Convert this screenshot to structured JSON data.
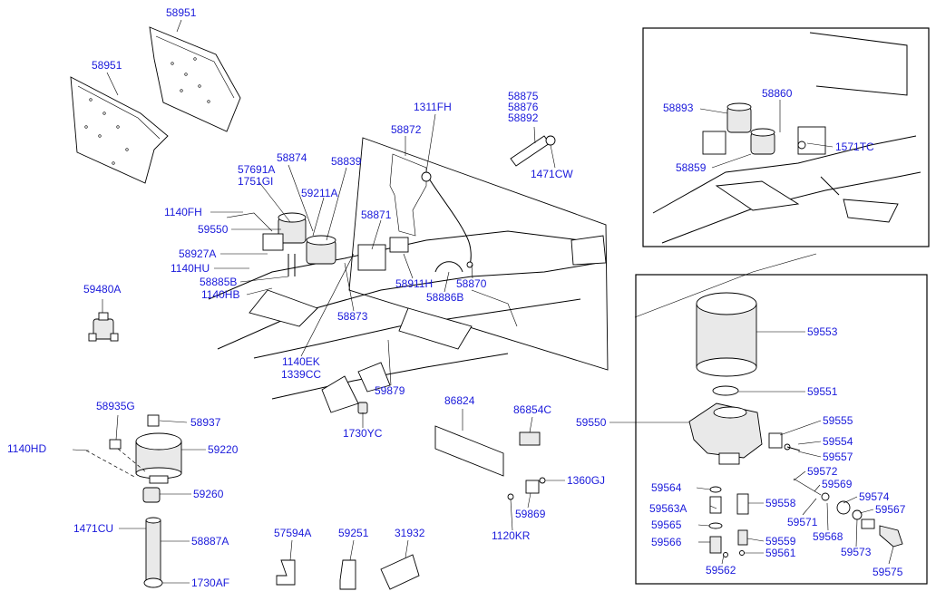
{
  "labels": {
    "p58951a": "58951",
    "p58951b": "58951",
    "p58875": "58875",
    "p58876": "58876",
    "p58892": "58892",
    "p1311fh": "1311FH",
    "p58872": "58872",
    "p1471cw": "1471CW",
    "p58874": "58874",
    "p58839": "58839",
    "p57691a": "57691A",
    "p1751gi": "1751GI",
    "p59211a": "59211A",
    "p1140fh": "1140FH",
    "p58871": "58871",
    "p59550a": "59550",
    "p58927a": "58927A",
    "p1140hu": "1140HU",
    "p58885b": "58885B",
    "p1140hb": "1140HB",
    "p58911h": "58911H",
    "p58870": "58870",
    "p58886b": "58886B",
    "p59480a": "59480A",
    "p58873": "58873",
    "p1140ek": "1140EK",
    "p1339cc": "1339CC",
    "p59879": "59879",
    "p58935g": "58935G",
    "p58937": "58937",
    "p86824": "86824",
    "p86854c": "86854C",
    "p1730yc": "1730YC",
    "p1140hd": "1140HD",
    "p59220": "59220",
    "p59260": "59260",
    "p1360gj": "1360GJ",
    "p59869": "59869",
    "p1120kr": "1120KR",
    "p1471cu": "1471CU",
    "p58887a": "58887A",
    "p1730af": "1730AF",
    "p57594a": "57594A",
    "p59251": "59251",
    "p31932": "31932",
    "p58893": "58893",
    "p58860": "58860",
    "p1571tc": "1571TC",
    "p58859": "58859",
    "p59553": "59553",
    "p59551": "59551",
    "p59550b": "59550",
    "p59555": "59555",
    "p59554": "59554",
    "p59557": "59557",
    "p59572": "59572",
    "p59569": "59569",
    "p59574": "59574",
    "p59567": "59567",
    "p59564": "59564",
    "p59563a": "59563A",
    "p59558": "59558",
    "p59565": "59565",
    "p59571": "59571",
    "p59568": "59568",
    "p59566": "59566",
    "p59559": "59559",
    "p59561": "59561",
    "p59573": "59573",
    "p59562": "59562",
    "p59575": "59575"
  },
  "colors": {
    "label": "#1a1adb",
    "line": "#000000",
    "background": "#ffffff"
  }
}
